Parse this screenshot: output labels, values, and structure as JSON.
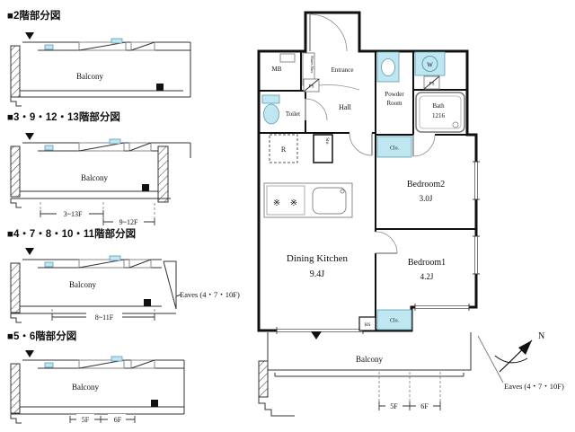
{
  "colors": {
    "accent": "#bfe7f1",
    "accent_border": "#5f9bb0",
    "wall": "#111111"
  },
  "plans": [
    {
      "title": "■2階部分図",
      "balcony_label": "Balcony"
    },
    {
      "title": "■3・9・12・13階部分図",
      "balcony_label": "Balcony",
      "dim1": "3~13F",
      "dim2": "9~12F"
    },
    {
      "title": "■4・7・8・10・11階部分図",
      "balcony_label": "Balcony",
      "eaves_label": "Eaves (4・7・10F)",
      "dim1": "8~11F"
    },
    {
      "title": "■5・6階部分図",
      "balcony_label": "Balcony",
      "dim1": "5F",
      "dim2": "6F"
    }
  ],
  "main": {
    "rooms": {
      "mb": "MB",
      "shoes_box": "Shoes Box",
      "entrance": "Entrance",
      "powder_line1": "Powder",
      "powder_line2": "Room",
      "washer": "W",
      "ps": "PS",
      "toilet": "Toilet",
      "hall": "Hall",
      "bath_label": "Bath",
      "bath_size": "1216",
      "refrigerator": "R",
      "storage": "Sto.",
      "closet": "Clo.",
      "bedroom2_label": "Bedroom2",
      "bedroom2_size": "3.0J",
      "bedroom1_label": "Bedroom1",
      "bedroom1_size": "4.2J",
      "dining_kitchen_label": "Dining Kitchen",
      "dining_kitchen_size": "9.4J",
      "hs": "HS",
      "balcony_label": "Balcony"
    },
    "fixtures": {
      "burner": "※"
    },
    "eaves_label": "Eaves (4・7・10F)",
    "dim1": "5F",
    "dim2": "6F",
    "compass_n": "N"
  }
}
